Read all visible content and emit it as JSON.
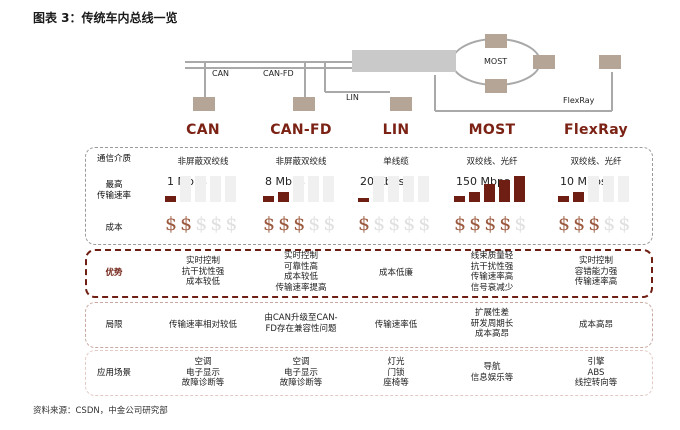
{
  "title": "图表 3：传统车内总线一览",
  "source": "资料来源：CSDN，中金公司研究部",
  "topology": {
    "can_label": "CAN",
    "canfd_label": "CAN-FD",
    "lin_label": "LIN",
    "most_label": "MOST",
    "flexray_label": "FlexRay"
  },
  "protocols": [
    "CAN",
    "CAN-FD",
    "LIN",
    "MOST",
    "FlexRay"
  ],
  "rows": {
    "media_label": "通信介质",
    "speed_label": "最高\n传输速率",
    "cost_label": "成本",
    "advantage_label": "优势",
    "limitation_label": "局限",
    "application_label": "应用场景"
  },
  "media": [
    "非屏蔽双绞线",
    "非屏蔽双绞线",
    "单线缆",
    "双绞线、光纤",
    "双绞线、光纤"
  ],
  "speeds": [
    {
      "label": "1 Mbps",
      "level": 1
    },
    {
      "label": "8 Mbps",
      "level": 2
    },
    {
      "label": "20 Kbps",
      "level": 0
    },
    {
      "label": "150 Mbps",
      "level": 5
    },
    {
      "label": "10 Mbps",
      "level": 2
    }
  ],
  "costs": [
    2,
    3,
    1,
    4,
    3
  ],
  "advantages": [
    "实时控制\n抗干扰性强\n成本较低",
    "实时控制\n可靠性高\n成本较低\n传输速率提高",
    "成本低廉",
    "线束质量轻\n抗干扰性强\n传输速率高\n信号衰减少",
    "实时控制\n容错能力强\n传输速率高"
  ],
  "limitations": [
    "传输速率相对较低",
    "由CAN升级至CAN-\nFD存在兼容性问题",
    "传输速率低",
    "扩展性差\n研发周期长\n成本高昂",
    "成本高昂"
  ],
  "applications": [
    "空调\n电子显示\n故障诊断等",
    "空调\n电子显示\n故障诊断等",
    "灯光\n门锁\n座椅等",
    "导航\n信息娱乐等",
    "引擎\nABS\n线控转向等"
  ],
  "colors": {
    "accent": "#7b2215",
    "bar_dark": "#6e1e12",
    "bar_light": "#f0f0f0",
    "dollar_on": "#9b5a3f",
    "dollar_off": "#e0e0e0",
    "node": "#b5a596",
    "line": "#a9a9a9"
  }
}
